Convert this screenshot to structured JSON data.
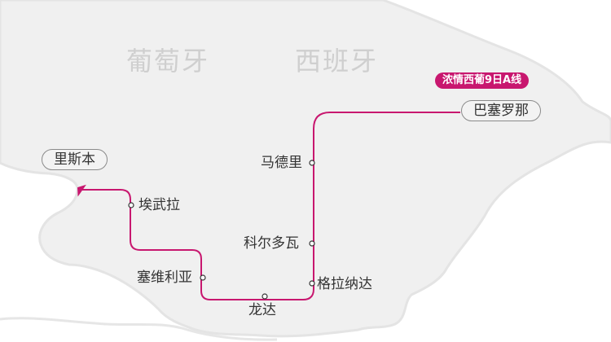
{
  "map": {
    "countries": {
      "portugal": "葡萄牙",
      "spain": "西班牙"
    },
    "route_badge": "浓情西葡9日A线",
    "route_color": "#c8176f",
    "land_color": "#f0f0f0",
    "coast_color": "#e4e4e4",
    "cities": {
      "barcelona": "巴塞罗那",
      "madrid": "马德里",
      "cordoba": "科尔多瓦",
      "granada": "格拉纳达",
      "ronda": "龙达",
      "seville": "塞维利亚",
      "evora": "埃武拉",
      "lisbon": "里斯本"
    }
  }
}
